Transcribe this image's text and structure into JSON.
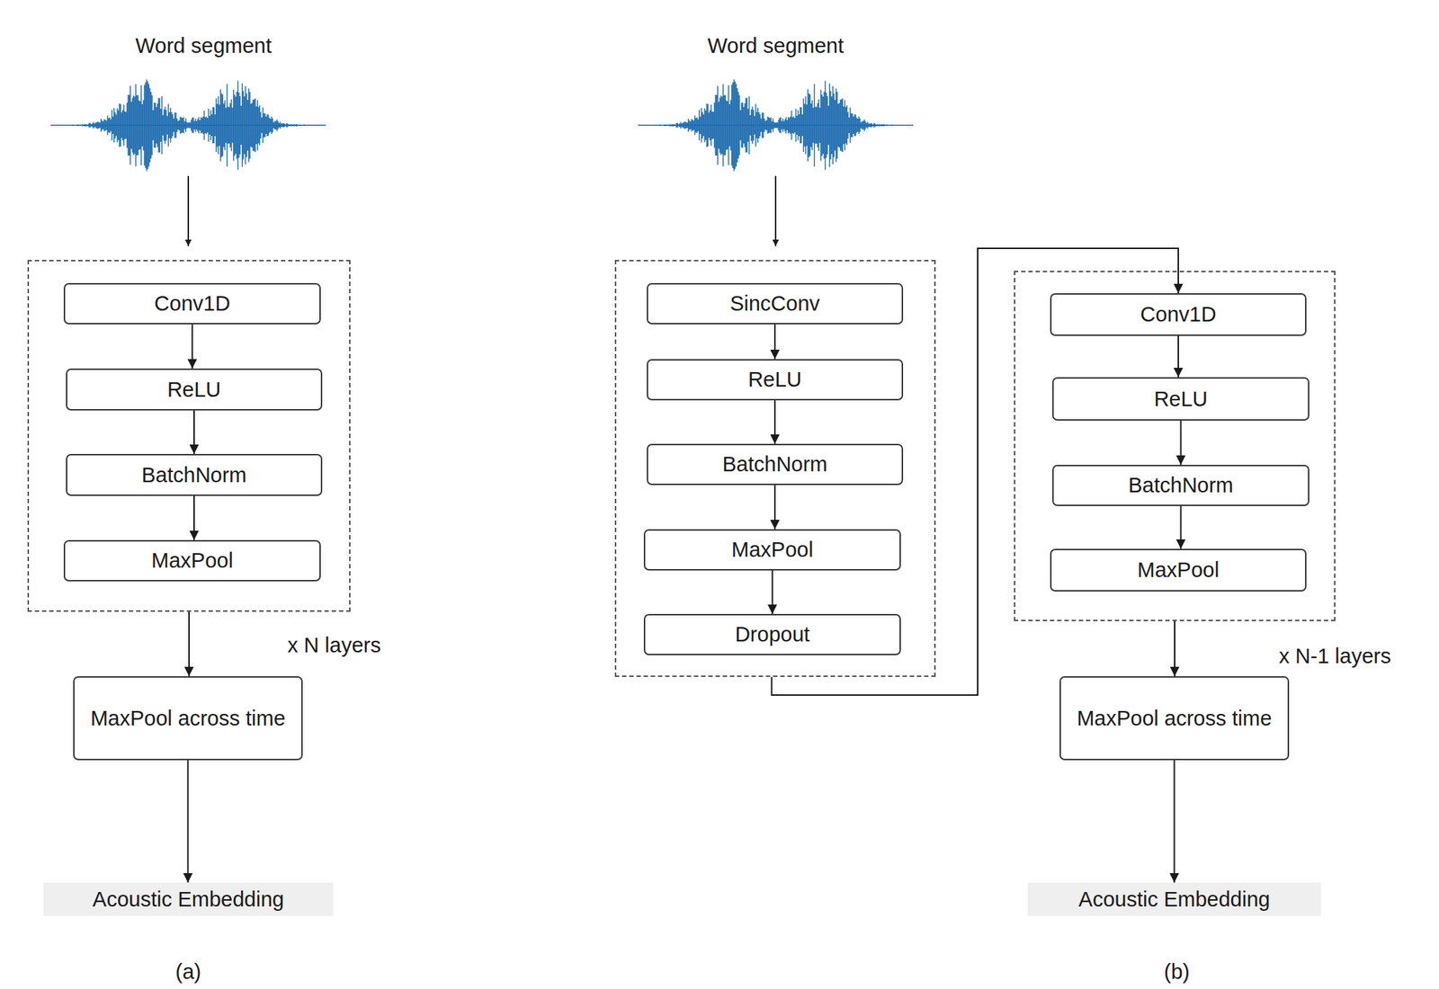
{
  "diagram": {
    "nodes": [
      {
        "text": [
          "x N layers"
        ]
      },
      {
        "text": [
          "Conv1D"
        ],
        "in": 0
      },
      {
        "text": [
          "ReLU"
        ],
        "in": 0
      },
      {
        "text": [
          "BatchNorm"
        ],
        "in": 0
      },
      {
        "text": [
          "MaxPool"
        ],
        "in": 0
      },
      {
        "text": [
          "MaxPool across time"
        ]
      },
      {
        "text": [
          "Acoustic Embedding"
        ]
      },
      {
        "text": []
      },
      {
        "text": [
          "SincConv"
        ],
        "in": 7
      },
      {
        "text": [
          "ReLU"
        ],
        "in": 7
      },
      {
        "text": [
          "BatchNorm"
        ],
        "in": 7
      },
      {
        "text": [
          "MaxPool"
        ],
        "in": 7
      },
      {
        "text": [
          "Dropout"
        ],
        "in": 7
      },
      {
        "text": [
          "x N-1 layers"
        ]
      },
      {
        "text": [
          "Conv1D"
        ],
        "in": 13
      },
      {
        "text": [
          "ReLU"
        ],
        "in": 13
      },
      {
        "text": [
          "BatchNorm"
        ],
        "in": 13
      },
      {
        "text": [
          "MaxPool"
        ],
        "in": 13
      },
      {
        "text": [
          "MaxPool across time"
        ]
      },
      {
        "text": [
          "Acoustic Embedding"
        ]
      }
    ],
    "edges": [
      {
        "from": 1,
        "to": 2,
        "arrow": "to"
      },
      {
        "from": 2,
        "to": 3,
        "arrow": "to"
      },
      {
        "from": 3,
        "to": 4,
        "arrow": "to"
      },
      {
        "from": 0,
        "to": 5,
        "arrow": "to"
      },
      {
        "from": 5,
        "to": 6,
        "arrow": "to"
      },
      {
        "from": 8,
        "to": 9,
        "arrow": "to"
      },
      {
        "from": 9,
        "to": 10,
        "arrow": "to"
      },
      {
        "from": 10,
        "to": 11,
        "arrow": "to"
      },
      {
        "from": 11,
        "to": 12,
        "arrow": "to"
      },
      {
        "from": 7,
        "to": 14,
        "arrow": "to"
      },
      {
        "from": 14,
        "to": 15,
        "arrow": "to"
      },
      {
        "from": 15,
        "to": 16,
        "arrow": "to"
      },
      {
        "from": 16,
        "to": 17,
        "arrow": "to"
      },
      {
        "from": 13,
        "to": 18,
        "arrow": "to"
      },
      {
        "from": 18,
        "to": 19,
        "arrow": "to"
      }
    ],
    "labels": [
      "Word segment",
      "Word segment",
      "(a)",
      "(b)"
    ]
  }
}
